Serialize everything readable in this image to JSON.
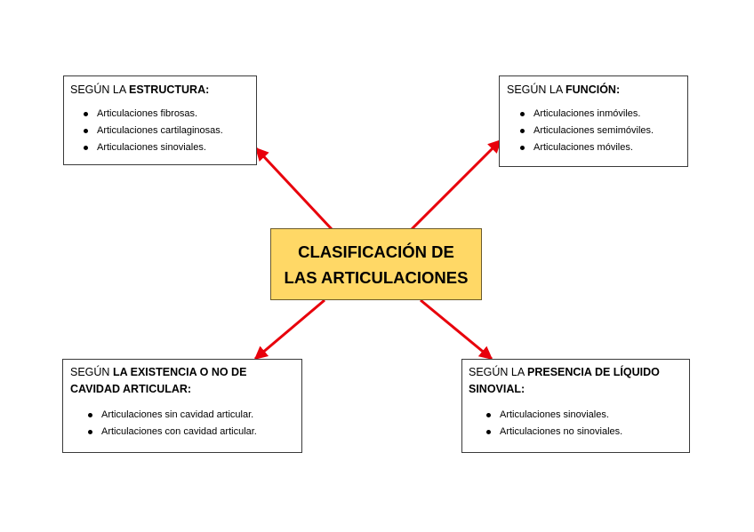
{
  "center": {
    "title_line1": "CLASIFICACIÓN DE",
    "title_line2": "LAS ARTICULACIONES",
    "fill_color": "#ffd866"
  },
  "arrow_color": "#e8000b",
  "boxes": {
    "top_left": {
      "head_prefix": "SEGÚN LA ",
      "head_bold": "ESTRUCTURA:",
      "items": [
        "Articulaciones fibrosas.",
        "Articulaciones cartilaginosas.",
        "Articulaciones sinoviales."
      ]
    },
    "top_right": {
      "head_prefix": "SEGÚN LA ",
      "head_bold": "FUNCIÓN:",
      "items": [
        "Articulaciones inmóviles.",
        "Articulaciones semimóviles.",
        "Articulaciones móviles."
      ]
    },
    "bottom_left": {
      "head_prefix": "SEGÚN ",
      "head_bold": "LA EXISTENCIA O NO DE CAVIDAD ARTICULAR:",
      "items": [
        "Articulaciones sin cavidad articular.",
        "Articulaciones con cavidad articular."
      ]
    },
    "bottom_right": {
      "head_prefix": "SEGÚN LA ",
      "head_bold": "PRESENCIA DE LÍQUIDO SINOVIAL:",
      "items": [
        "Articulaciones sinoviales.",
        "Articulaciones no sinoviales."
      ]
    }
  }
}
